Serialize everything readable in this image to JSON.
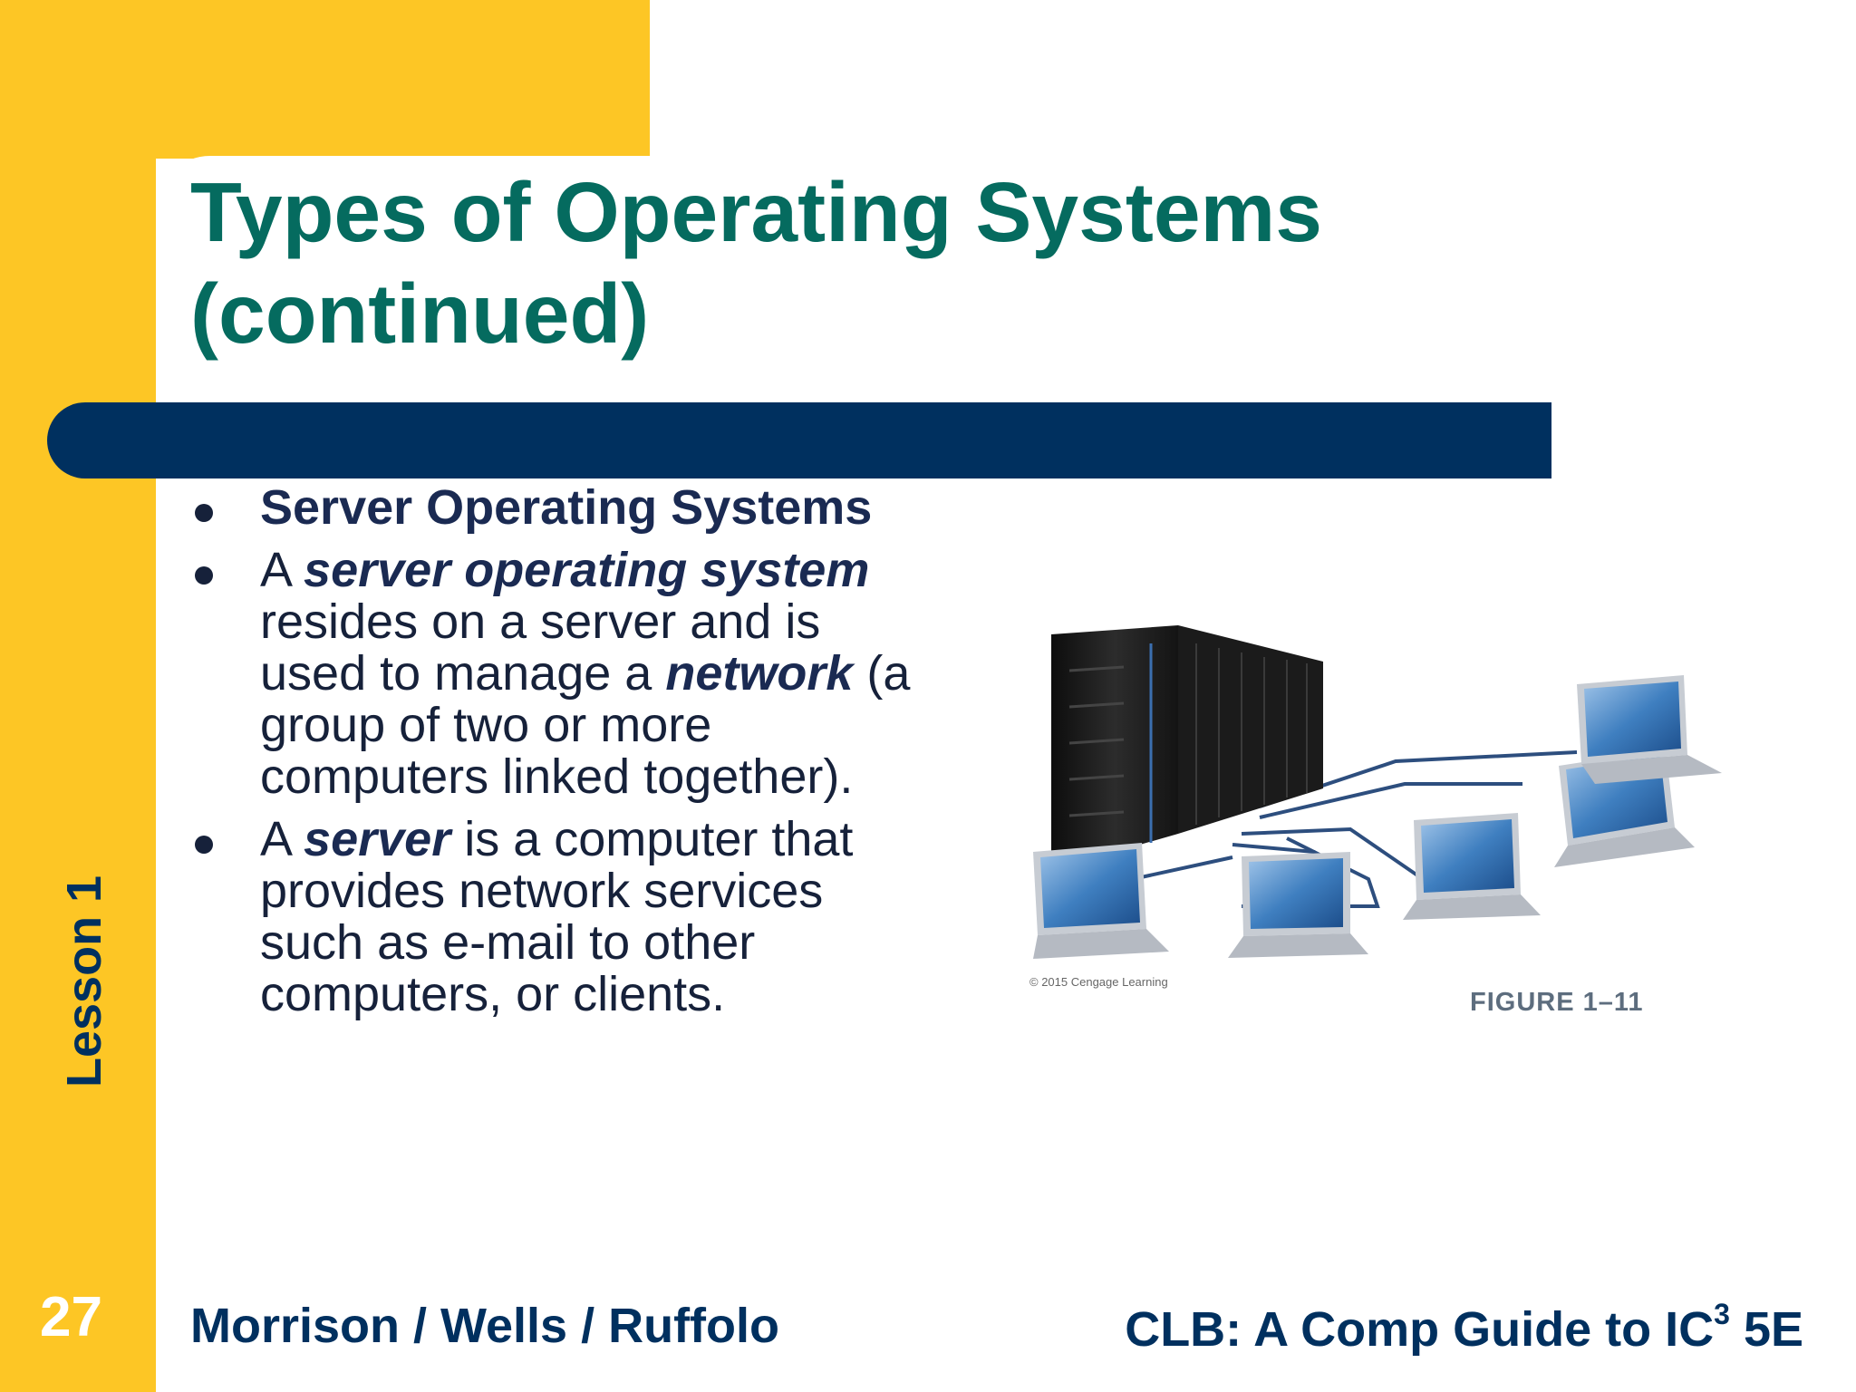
{
  "slide": {
    "title_line1": "Types of Operating Systems",
    "title_line2": "(continued)",
    "bullets": [
      {
        "bold": "Server Operating Systems"
      },
      {
        "prefix": "A ",
        "term": "server operating system",
        "middle": " resides on a server and is used to manage a ",
        "term2": "network",
        "suffix": " (a group of two or more computers linked together)."
      },
      {
        "prefix": "A ",
        "term": "server",
        "suffix": " is a computer that provides network services such as e-mail to other computers, or clients."
      }
    ]
  },
  "figure": {
    "credit": "© 2015 Cengage Learning",
    "caption": "FIGURE 1–11",
    "icons": [
      "server-rack-icon",
      "laptop-icon"
    ]
  },
  "footer": {
    "lesson": "Lesson 1",
    "page_number": "27",
    "authors": "Morrison / Wells / Ruffolo",
    "book_title": "CLB: A Comp Guide to IC",
    "book_title_sup": "3",
    "book_title_suffix": " 5E"
  },
  "colors": {
    "accent_yellow": "#fdc625",
    "title_teal": "#056b5f",
    "navy": "#00305f"
  }
}
